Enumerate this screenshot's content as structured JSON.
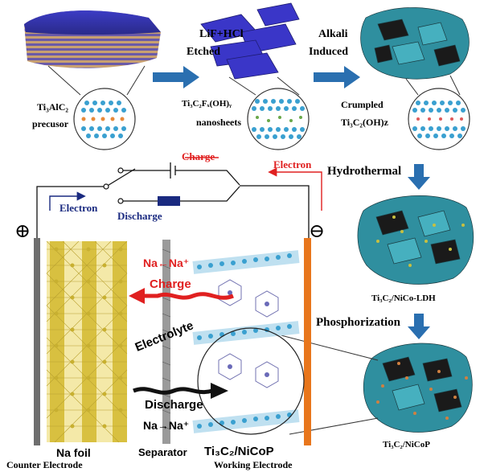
{
  "synthesis": {
    "step1_top": "LiF+HCl",
    "step1_bottom": "Etched",
    "step2_top": "Alkali",
    "step2_bottom": "Induced",
    "precursor_line1": "Ti₃AlC₂",
    "precursor_line2": "precusor",
    "nanosheets_line1": "Ti₃C₂Fₓ(OH)ᵧ",
    "nanosheets_line2": "nanosheets",
    "crumpled_line1": "Crumpled",
    "crumpled_line2": "Ti₃C₂(OH)z",
    "hydrothermal": "Hydrothermal",
    "ldh_label": "Ti₃C₂/NiCo-LDH",
    "phosphorization": "Phosphorization",
    "nicop_label": "Ti₃C₂/NiCoP"
  },
  "cell": {
    "charge_top": "Charge",
    "electron_right": "Electron",
    "electron_left": "Electron",
    "discharge_circuit": "Discharge",
    "plus_symbol": "⊕",
    "minus_symbol": "⊖",
    "na_charge": "Na←Na⁺",
    "charge_arrow": "Charge",
    "electrolyte": "Electrolyte",
    "discharge_arrow": "Discharge",
    "na_discharge": "Na→Na⁺",
    "na_foil": "Na foil",
    "counter_electrode": "Counter Electrode",
    "separator": "Separator",
    "working_material": "Ti₃C₂/NiCoP",
    "working_electrode": "Working Electrode"
  },
  "colors": {
    "arrow_blue": "#2a6fb0",
    "mxene_teal": "#2f8f9f",
    "etched_purple": "#3a36c8",
    "na_foil_yellow": "#d8c040",
    "anode_orange": "#e8761c",
    "red_text": "#e02020"
  }
}
